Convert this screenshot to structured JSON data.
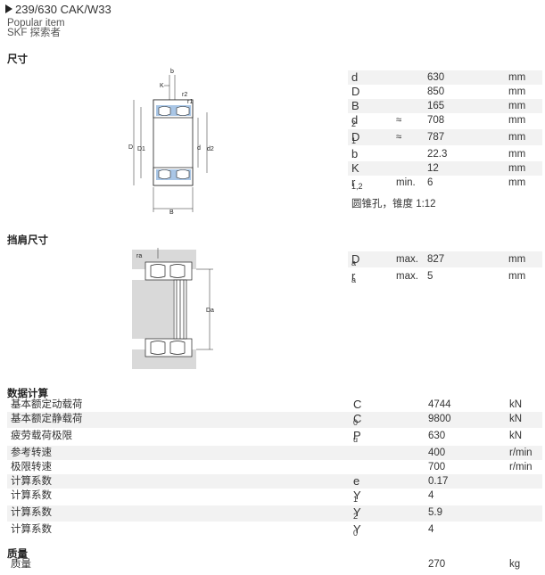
{
  "header": {
    "designation": "239/630 CAK/W33",
    "popular": "Popular item",
    "explorer": "SKF 探索者"
  },
  "dimensions": {
    "title": "尺寸",
    "rows": [
      {
        "sym": "d",
        "sub": "",
        "q": "",
        "val": "630",
        "unit": "mm"
      },
      {
        "sym": "D",
        "sub": "",
        "q": "",
        "val": "850",
        "unit": "mm"
      },
      {
        "sym": "B",
        "sub": "",
        "q": "",
        "val": "165",
        "unit": "mm"
      },
      {
        "sym": "d",
        "sub": "2",
        "q": "≈",
        "val": "708",
        "unit": "mm"
      },
      {
        "sym": "D",
        "sub": "1",
        "q": "≈",
        "val": "787",
        "unit": "mm"
      },
      {
        "sym": "b",
        "sub": "",
        "q": "",
        "val": "22.3",
        "unit": "mm"
      },
      {
        "sym": "K",
        "sub": "",
        "q": "",
        "val": "12",
        "unit": "mm"
      },
      {
        "sym": "r",
        "sub": "1,2",
        "q": "min.",
        "val": "6",
        "unit": "mm"
      }
    ],
    "note": "圆锥孔，锥度 1:12"
  },
  "abutment": {
    "title": "挡肩尺寸",
    "rows": [
      {
        "sym": "D",
        "sub": "a",
        "q": "max.",
        "val": "827",
        "unit": "mm"
      },
      {
        "sym": "r",
        "sub": "a",
        "q": "max.",
        "val": "5",
        "unit": "mm"
      }
    ]
  },
  "calc": {
    "title": "数据计算",
    "rows": [
      {
        "label": "基本额定动载荷",
        "sym": "C",
        "sub": "",
        "val": "4744",
        "unit": "kN"
      },
      {
        "label": "基本额定静载荷",
        "sym": "C",
        "sub": "0",
        "val": "9800",
        "unit": "kN"
      },
      {
        "label": "疲劳载荷极限",
        "sym": "P",
        "sub": "u",
        "val": "630",
        "unit": "kN"
      },
      {
        "label": "参考转速",
        "sym": "",
        "sub": "",
        "val": "400",
        "unit": "r/min"
      },
      {
        "label": "极限转速",
        "sym": "",
        "sub": "",
        "val": "700",
        "unit": "r/min"
      },
      {
        "label": "计算系数",
        "sym": "e",
        "sub": "",
        "val": "0.17",
        "unit": ""
      },
      {
        "label": "计算系数",
        "sym": "Y",
        "sub": "1",
        "val": "4",
        "unit": ""
      },
      {
        "label": "计算系数",
        "sym": "Y",
        "sub": "2",
        "val": "5.9",
        "unit": ""
      },
      {
        "label": "计算系数",
        "sym": "Y",
        "sub": "0",
        "val": "4",
        "unit": ""
      }
    ]
  },
  "mass": {
    "title": "质量",
    "row": {
      "label": "质量",
      "val": "270",
      "unit": "kg"
    }
  },
  "drawing_labels": {
    "b": "b",
    "K": "K",
    "r2": "r2",
    "r1": "r1",
    "D": "D",
    "D1": "D1",
    "d": "d",
    "d2": "d2",
    "B": "B",
    "ra": "ra",
    "Da": "Da"
  },
  "colors": {
    "shade": "#f2f2f2",
    "bearing_blue": "#a9c6e6",
    "housing": "#d9d9d9"
  }
}
